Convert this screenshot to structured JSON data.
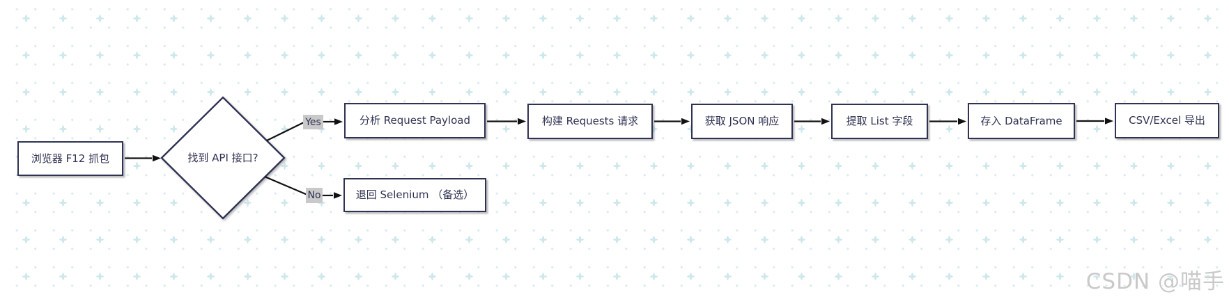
{
  "flowchart": {
    "nodes": {
      "start": {
        "label": "浏览器 F12 抓包",
        "shape": "rect"
      },
      "decision": {
        "label": "找到 API 接口?",
        "shape": "diamond"
      },
      "analyze_payload": {
        "label": "分析 Request Payload",
        "shape": "rect"
      },
      "build_requests": {
        "label": "构建 Requests 请求",
        "shape": "rect"
      },
      "fetch_json": {
        "label": "获取 JSON 响应",
        "shape": "rect"
      },
      "extract_list": {
        "label": "提取 List 字段",
        "shape": "rect"
      },
      "store_dataframe": {
        "label": "存入 DataFrame",
        "shape": "rect"
      },
      "export_csv": {
        "label": "CSV/Excel 导出",
        "shape": "rect"
      },
      "fallback_selenium": {
        "label": "退回 Selenium （备选）",
        "shape": "rect"
      }
    },
    "edges": {
      "yes_label": "Yes",
      "no_label": "No"
    }
  },
  "watermark": {
    "text": "CSDN @喵手"
  },
  "colors": {
    "node_border": "#2f3252",
    "node_text": "#2f3252",
    "node_fill": "#ffffff",
    "arrow": "#111111",
    "edge_label_bg": "#c9c9c9",
    "background_pattern": "#d6eaee",
    "watermark_text": "#c9c9c9"
  }
}
